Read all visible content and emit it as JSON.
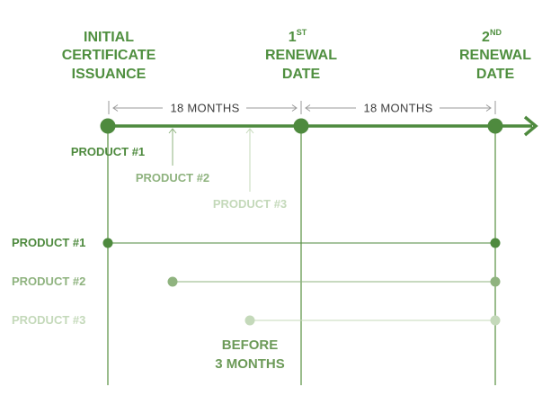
{
  "headers": {
    "initial": [
      "INITIAL",
      "CERTIFICATE",
      "ISSUANCE"
    ],
    "renewal1": {
      "number": "1",
      "suffix": "ST",
      "lines": [
        "RENEWAL",
        "DATE"
      ]
    },
    "renewal2": {
      "number": "2",
      "suffix": "ND",
      "lines": [
        "RENEWAL",
        "DATE"
      ]
    }
  },
  "durations": [
    "18 MONTHS",
    "18 MONTHS"
  ],
  "timeline_products": [
    "PRODUCT #1",
    "PRODUCT #2",
    "PRODUCT #3"
  ],
  "rows": [
    {
      "label": "PRODUCT #1"
    },
    {
      "label": "PRODUCT #2"
    },
    {
      "label": "PRODUCT #3"
    }
  ],
  "note": [
    "BEFORE",
    "3 MONTHS"
  ],
  "colors": {
    "dark_green": "#4e8a3e",
    "mid_green": "#8fb37f",
    "light_green": "#c4d9ba",
    "header_green": "#4f8f3f"
  }
}
